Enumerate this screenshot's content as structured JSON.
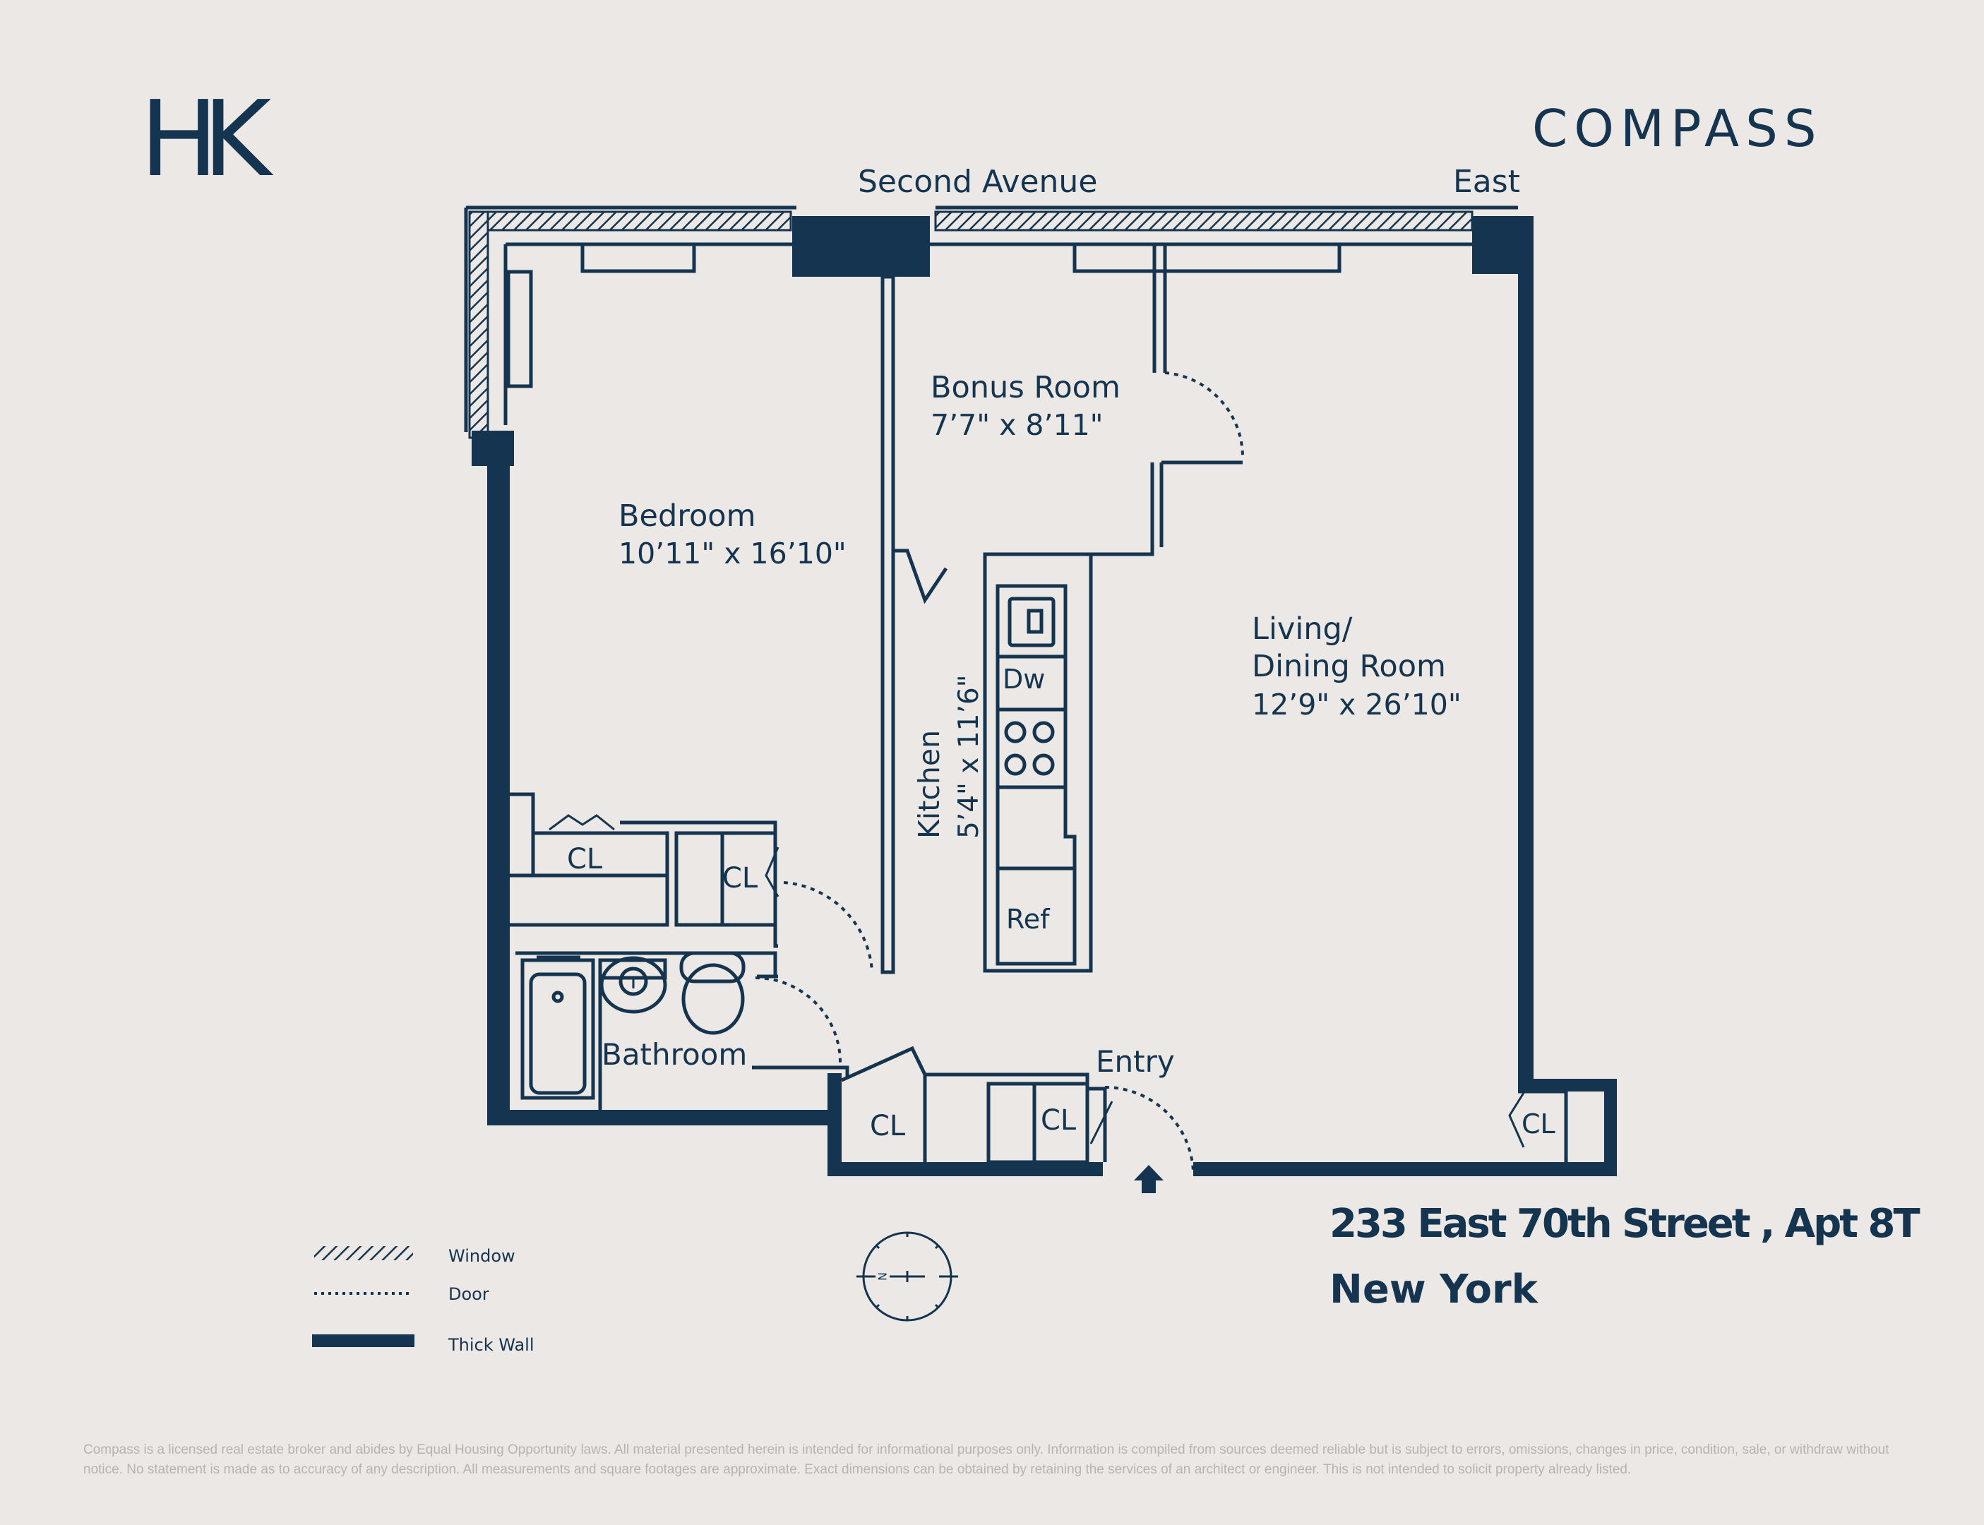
{
  "brand": {
    "left_logo": "HK",
    "right_logo": "COMPASS"
  },
  "streets": {
    "north": "Second Avenue",
    "east": "East"
  },
  "rooms": {
    "bedroom": {
      "name": "Bedroom",
      "dims": "10’11\" x 16’10\""
    },
    "bonus": {
      "name": "Bonus Room",
      "dims": "7’7\" x 8’11\""
    },
    "living_line1": "Living/",
    "living_line2": "Dining Room",
    "living_dims": "12’9\" x 26’10\"",
    "kitchen": {
      "name": "Kitchen",
      "dims": "5’4\" x 11’6\""
    },
    "bathroom": "Bathroom",
    "entry": "Entry"
  },
  "fixtures": {
    "closet": "CL",
    "dishwasher": "Dw",
    "refrigerator": "Ref"
  },
  "legend": {
    "window": "Window",
    "door": "Door",
    "thick_wall": "Thick Wall"
  },
  "compass_rose": {
    "letter": "N"
  },
  "address": {
    "line1": "233 East 70th Street , Apt 8T",
    "line2": "New York"
  },
  "disclaimer": "Compass is a licensed real estate broker and abides by Equal Housing Opportunity laws. All material presented herein is intended for informational purposes only. Information is compiled from sources deemed reliable but is subject to errors, omissions, changes in price, condition, sale, or withdraw without notice. No statement is made as to accuracy of any description. All measurements and square footages are approximate. Exact dimensions can be obtained by retaining the services of an architect or engineer. This is not intended to solicit property already listed.",
  "colors": {
    "ink": "#15344f",
    "background": "#ece8e5",
    "disclaimer": "#b7b3b1"
  }
}
